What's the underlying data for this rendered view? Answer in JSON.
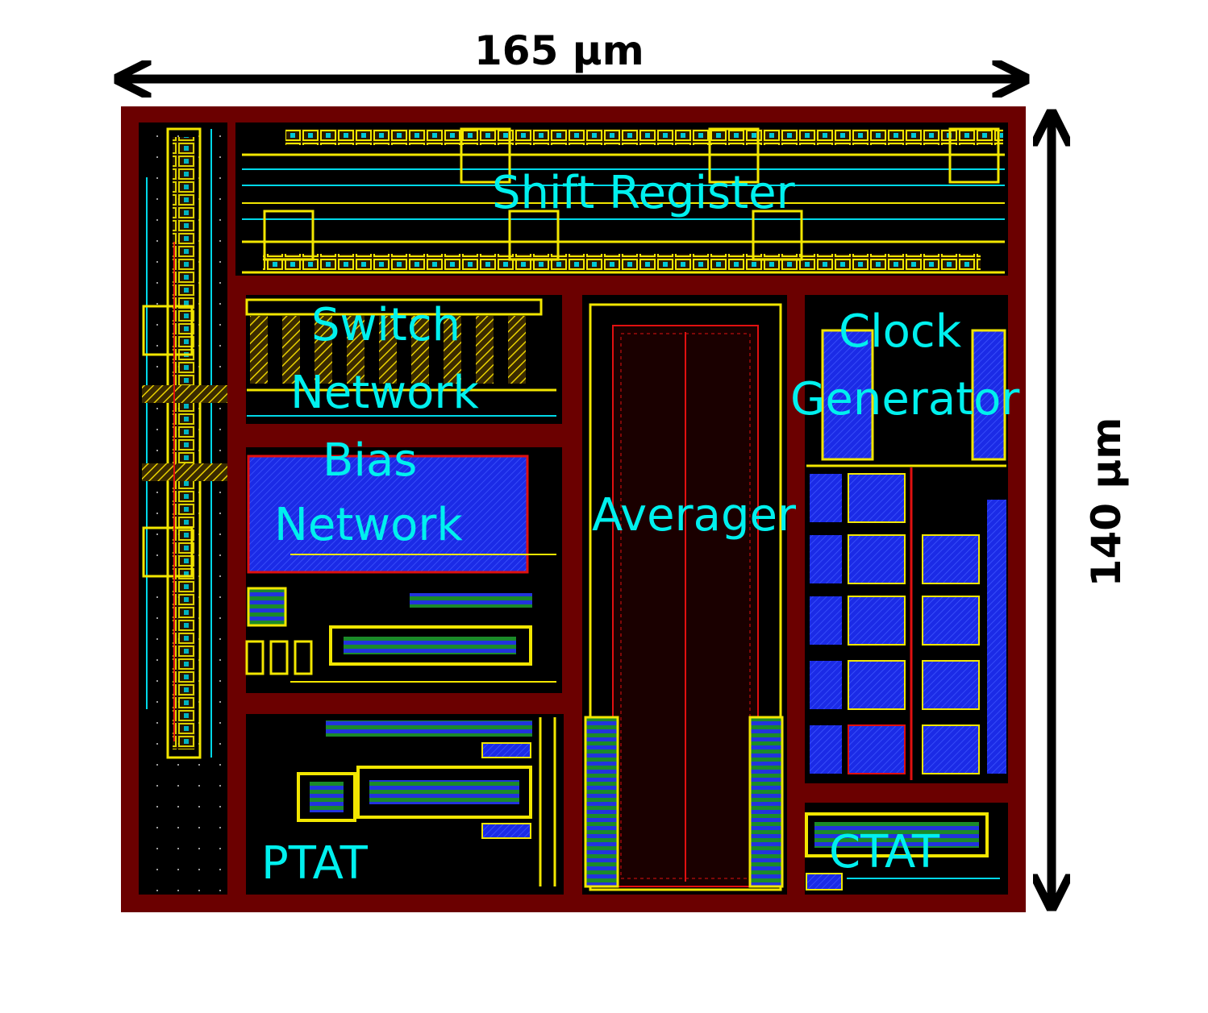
{
  "dimensions": {
    "width_label": "165 µm",
    "height_label": "140 µm"
  },
  "blocks": {
    "shift_register": "Shift Register",
    "switch_network_line1": "Switch",
    "switch_network_line2": "Network",
    "bias_network_line1": "Bias",
    "bias_network_line2": "Network",
    "averager": "Averager",
    "clock_generator_line1": "Clock",
    "clock_generator_line2": "Generator",
    "ptat": "PTAT",
    "ctat": "CTAT"
  },
  "colors": {
    "die_border": "#6b0000",
    "background": "#000000",
    "metal_yellow": "#f2e600",
    "metal_cyan": "#00d8e8",
    "metal_blue": "#1a2be0",
    "poly_red": "#e01010",
    "diff_green": "#2bb52b",
    "label": "#00f0ee"
  }
}
